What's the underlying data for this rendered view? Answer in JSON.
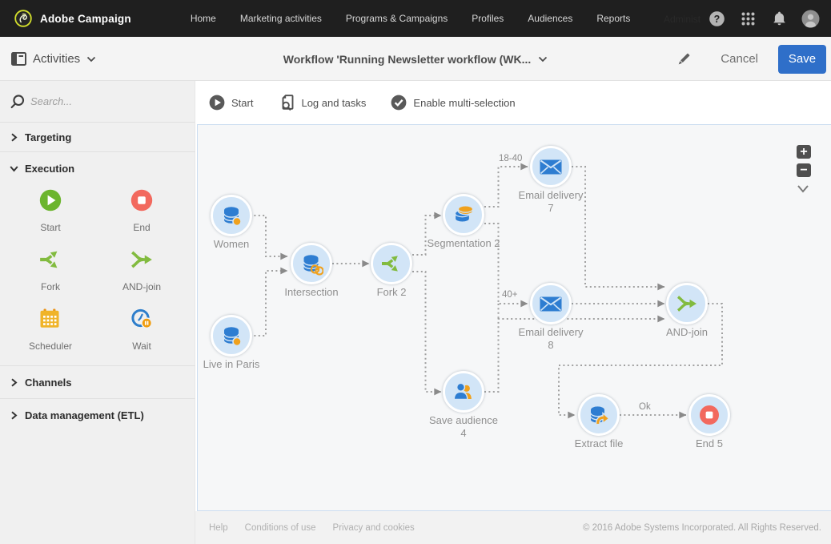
{
  "navbar": {
    "brand": "Adobe Campaign",
    "items": [
      "Home",
      "Marketing activities",
      "Programs & Campaigns",
      "Profiles",
      "Audiences",
      "Reports"
    ],
    "faint_item": "Administration"
  },
  "actionbar": {
    "context_label": "Activities",
    "title": "Workflow 'Running Newsletter workflow (WK...",
    "cancel_label": "Cancel",
    "save_label": "Save"
  },
  "sidebar": {
    "search_placeholder": "Search...",
    "sections": [
      {
        "label": "Targeting",
        "expanded": false
      },
      {
        "label": "Execution",
        "expanded": true
      },
      {
        "label": "Channels",
        "expanded": false
      },
      {
        "label": "Data management (ETL)",
        "expanded": false
      }
    ],
    "palette": [
      {
        "label": "Start"
      },
      {
        "label": "End"
      },
      {
        "label": "Fork"
      },
      {
        "label": "AND-join"
      },
      {
        "label": "Scheduler"
      },
      {
        "label": "Wait"
      }
    ]
  },
  "toolbar": {
    "start_label": "Start",
    "log_label": "Log and tasks",
    "multiselect_label": "Enable multi-selection"
  },
  "workflow": {
    "nodes": [
      {
        "label": "Women",
        "sub": ""
      },
      {
        "label": "Live in Paris",
        "sub": ""
      },
      {
        "label": "Intersection",
        "sub": ""
      },
      {
        "label": "Fork 2",
        "sub": ""
      },
      {
        "label": "Segmentation 2",
        "sub": ""
      },
      {
        "label": "Email delivery",
        "sub": "7"
      },
      {
        "label": "Email delivery",
        "sub": "8"
      },
      {
        "label": "AND-join",
        "sub": ""
      },
      {
        "label": "Save audience",
        "sub": "4"
      },
      {
        "label": "Extract file",
        "sub": ""
      },
      {
        "label": "End 5",
        "sub": ""
      }
    ],
    "edge_labels": {
      "seg_top": "18-40",
      "seg_bottom": "40+",
      "extract_ok": "Ok"
    },
    "zoom": {
      "plus": "+",
      "minus": "−"
    }
  },
  "footer": {
    "links": [
      "Help",
      "Conditions of use",
      "Privacy and cookies"
    ],
    "copyright": "© 2016 Adobe Systems Incorporated. All Rights Reserved."
  },
  "colors": {
    "navbar_bg": "#1f1f1f",
    "accent_blue": "#2f6fc9",
    "logo_ring": "#d4e02c",
    "node_fill": "#d2e5f7",
    "icon_blue": "#2e7dd1",
    "icon_orange": "#f0a11d",
    "icon_green": "#82bb3f",
    "icon_red": "#f2695e",
    "scheduler_amber": "#f0b429",
    "edge_gray": "#a0a0a0"
  }
}
